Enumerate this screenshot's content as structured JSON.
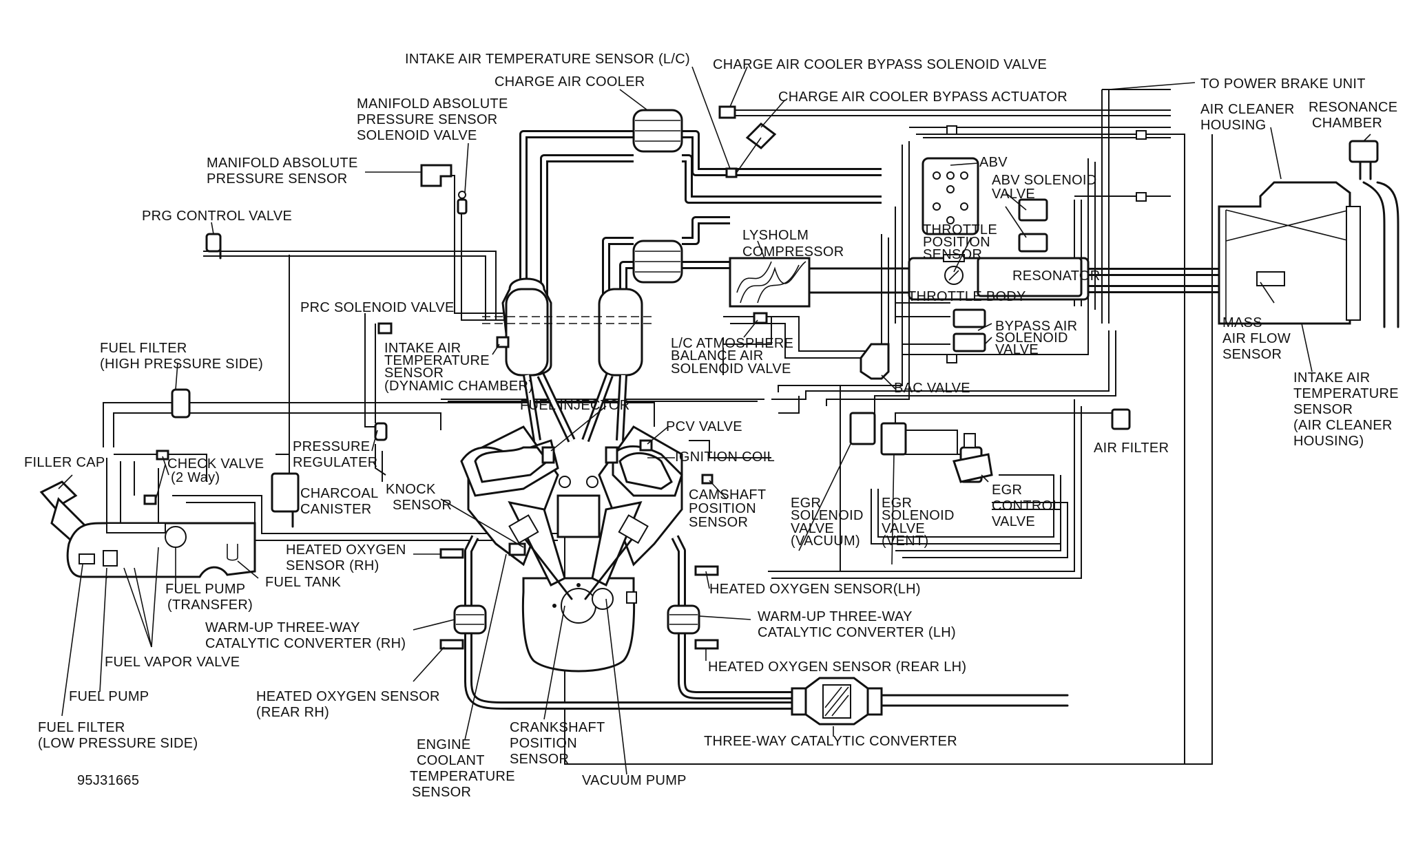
{
  "diagram_code": "95J31665",
  "labels": {
    "iat_lc": "INTAKE AIR TEMPERATURE SENSOR (L/C)",
    "cac_bypass_solenoid": "CHARGE AIR COOLER BYPASS SOLENOID VALVE",
    "charge_air_cooler": "CHARGE AIR COOLER",
    "to_power_brake": "TO POWER BRAKE UNIT",
    "map_solenoid": [
      "MANIFOLD ABSOLUTE",
      "PRESSURE SENSOR",
      "SOLENOID VALVE"
    ],
    "cac_bypass_actuator": "CHARGE AIR COOLER BYPASS ACTUATOR",
    "air_cleaner_housing": [
      "AIR CLEANER",
      "HOUSING"
    ],
    "resonance_chamber": [
      "RESONANCE",
      "CHAMBER"
    ],
    "map_sensor": [
      "MANIFOLD ABSOLUTE",
      "PRESSURE SENSOR"
    ],
    "abv": "ABV",
    "abv_solenoid": [
      "ABV SOLENOID",
      "VALVE"
    ],
    "prg_control_valve": "PRG CONTROL VALVE",
    "lysholm": [
      "LYSHOLM",
      "COMPRESSOR"
    ],
    "tps": [
      "THROTTLE",
      "POSITION",
      "SENSOR"
    ],
    "resonator": "RESONATOR",
    "throttle_body": "THROTTLE BODY",
    "prc_solenoid": "PRC SOLENOID VALVE",
    "mass_air_flow": [
      "MASS",
      "AIR FLOW",
      "SENSOR"
    ],
    "bypass_air_solenoid": [
      "BYPASS AIR",
      "SOLENOID",
      "VALVE"
    ],
    "lc_atmosphere": [
      "L/C ATMOSPHERE",
      "BALANCE AIR",
      "SOLENOID VALVE"
    ],
    "fuel_filter_high": [
      "FUEL FILTER",
      "(HIGH PRESSURE SIDE)"
    ],
    "iat_dynamic": [
      "INTAKE AIR",
      "TEMPERATURE",
      "SENSOR",
      "(DYNAMIC CHAMBER)"
    ],
    "iat_air_cleaner": [
      "INTAKE AIR",
      "TEMPERATURE",
      "SENSOR",
      "(AIR CLEANER",
      "HOUSING)"
    ],
    "bac_valve": "BAC VALVE",
    "fuel_injector": "FUEL INJECTOR",
    "pcv_valve": "PCV VALVE",
    "air_filter": "AIR FILTER",
    "pressure_regulater": [
      "PRESSURE",
      "REGULATER"
    ],
    "ignition_coil": "IGNITION COIL",
    "filler_cap": "FILLER CAP",
    "check_valve": [
      "CHECK VALVE",
      "(2 Way)"
    ],
    "charcoal_canister": [
      "CHARCOAL",
      "CANISTER"
    ],
    "knock_sensor": [
      "KNOCK",
      "SENSOR"
    ],
    "camshaft_position": [
      "CAMSHAFT",
      "POSITION",
      "SENSOR"
    ],
    "egr_solenoid_vacuum": [
      "EGR",
      "SOLENOID",
      "VALVE",
      "(VACUUM)"
    ],
    "egr_solenoid_vent": [
      "EGR",
      "SOLENOID",
      "VALVE",
      "(VENT)"
    ],
    "egr_control": [
      "EGR",
      "CONTROL",
      "VALVE"
    ],
    "heated_o2_rh": [
      "HEATED OXYGEN",
      "SENSOR (RH)"
    ],
    "fuel_tank": "FUEL TANK",
    "fuel_pump_transfer": [
      "FUEL PUMP",
      "(TRANSFER)"
    ],
    "heated_o2_lh": "HEATED OXYGEN SENSOR(LH)",
    "warmup_cat_rh": [
      "WARM-UP THREE-WAY",
      "CATALYTIC CONVERTER (RH)"
    ],
    "warmup_cat_lh": [
      "WARM-UP THREE-WAY",
      "CATALYTIC CONVERTER (LH)"
    ],
    "fuel_vapor_valve": "FUEL VAPOR VALVE",
    "heated_o2_rear_lh": "HEATED OXYGEN SENSOR (REAR LH)",
    "fuel_pump": "FUEL PUMP",
    "heated_o2_rear_rh": [
      "HEATED OXYGEN SENSOR",
      "(REAR RH)"
    ],
    "fuel_filter_low": [
      "FUEL FILTER",
      "(LOW PRESSURE SIDE)"
    ],
    "crankshaft_position": [
      "CRANKSHAFT",
      "POSITION",
      "SENSOR"
    ],
    "three_way_cat": "THREE-WAY CATALYTIC CONVERTER",
    "engine_coolant": [
      "ENGINE",
      "COOLANT",
      "TEMPERATURE",
      "SENSOR"
    ],
    "vacuum_pump": "VACUUM PUMP"
  }
}
